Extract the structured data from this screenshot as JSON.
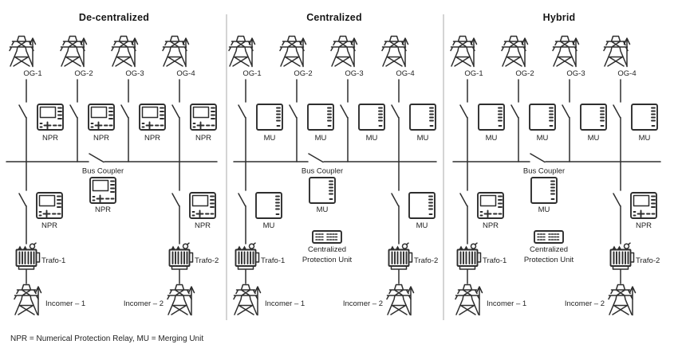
{
  "legend": "NPR = Numerical Protection Relay, MU = Merging Unit",
  "colors": {
    "line": "#2e2e2e",
    "divider": "#c6c6c6",
    "text": "#222222",
    "background": "#ffffff"
  },
  "panels": [
    {
      "title": "De-centralized",
      "bus_coupler_label": "Bus Coupler",
      "coupler_device": "NPR",
      "bays": [
        {
          "label": "OG-1",
          "device": "NPR"
        },
        {
          "label": "OG-2",
          "device": "NPR"
        },
        {
          "label": "OG-3",
          "device": "NPR"
        },
        {
          "label": "OG-4",
          "device": "NPR"
        }
      ],
      "feeders": [
        {
          "device": "NPR",
          "trafo": "Trafo-1",
          "incomer": "Incomer – 1"
        },
        {
          "device": "NPR",
          "trafo": "Trafo-2",
          "incomer": "Incomer – 2"
        }
      ]
    },
    {
      "title": "Centralized",
      "bus_coupler_label": "Bus Coupler",
      "coupler_device": "MU",
      "cpu_line1": "Centralized",
      "cpu_line2": "Protection Unit",
      "bays": [
        {
          "label": "OG-1",
          "device": "MU"
        },
        {
          "label": "OG-2",
          "device": "MU"
        },
        {
          "label": "OG-3",
          "device": "MU"
        },
        {
          "label": "OG-4",
          "device": "MU"
        }
      ],
      "feeders": [
        {
          "device": "MU",
          "trafo": "Trafo-1",
          "incomer": "Incomer – 1"
        },
        {
          "device": "MU",
          "trafo": "Trafo-2",
          "incomer": "Incomer – 2"
        }
      ]
    },
    {
      "title": "Hybrid",
      "bus_coupler_label": "Bus Coupler",
      "coupler_device": "MU",
      "cpu_line1": "Centralized",
      "cpu_line2": "Protection Unit",
      "bays": [
        {
          "label": "OG-1",
          "device": "MU"
        },
        {
          "label": "OG-2",
          "device": "MU"
        },
        {
          "label": "OG-3",
          "device": "MU"
        },
        {
          "label": "OG-4",
          "device": "MU"
        }
      ],
      "feeders": [
        {
          "device": "NPR",
          "trafo": "Trafo-1",
          "incomer": "Incomer – 1"
        },
        {
          "device": "NPR",
          "trafo": "Trafo-2",
          "incomer": "Incomer – 2"
        }
      ]
    }
  ]
}
